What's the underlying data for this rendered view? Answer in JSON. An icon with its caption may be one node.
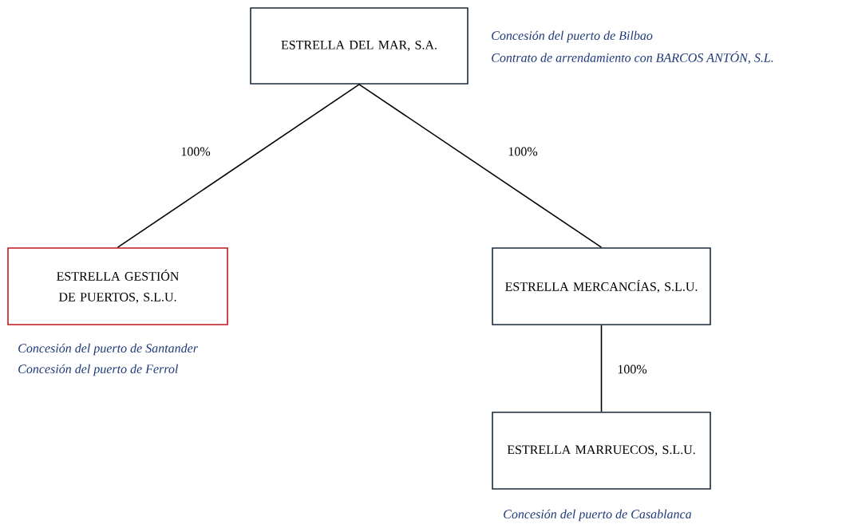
{
  "diagram": {
    "nodes": [
      {
        "text": [
          "ESTRELLA DEL MAR, S.A."
        ],
        "beside": [
          "Concesión del puerto de Bilbao",
          "Contrato de arrendamiento con BARCOS ANTÓN, S.L."
        ]
      },
      {
        "text": [
          "ESTRELLA GESTIÓN DE PUERTOS, S.L.U."
        ],
        "beside": [
          "Concesión del puerto de Santander",
          "Concesión del puerto de Ferrol"
        ]
      },
      {
        "text": [
          "ESTRELLA MERCANCÍAS, S.L.U."
        ]
      },
      {
        "text": [
          "ESTRELLA MARRUECOS, S.L.U."
        ],
        "beside": [
          "Concesión del puerto de Casablanca"
        ]
      }
    ],
    "edges": [
      {
        "from": 0,
        "to": 1,
        "arrow": "none",
        "label": "100%"
      },
      {
        "from": 0,
        "to": 2,
        "arrow": "none",
        "label": "100%"
      },
      {
        "from": 2,
        "to": 3,
        "arrow": "none",
        "label": "100%"
      }
    ]
  }
}
